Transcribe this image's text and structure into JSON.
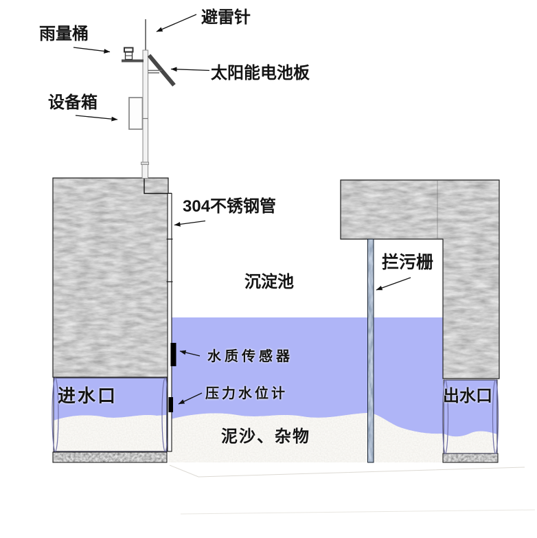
{
  "labels": {
    "lightning_rod": "避雷针",
    "rain_gauge": "雨量桶",
    "solar_panel": "太阳能电池板",
    "equipment_box": "设备箱",
    "steel_pipe": "304不锈钢管",
    "sedimentation_tank": "沉淀池",
    "trash_rack": "拦污栅",
    "water_quality_sensor": "水质传感器",
    "pressure_level_gauge": "压力水位计",
    "water_inlet": "进水口",
    "water_outlet": "出水口",
    "sediment_debris": "泥沙、杂物"
  },
  "colors": {
    "water": "#afb5f7",
    "sand": "#ebe8e2",
    "concrete_base": "#8f8f8f",
    "pebble_strip": "#707070",
    "trash_rack": "#64748f",
    "sensor": "#000000",
    "pipe": "#fbfbfb",
    "outline": "#1c1c1c",
    "label_text": "#141414"
  }
}
